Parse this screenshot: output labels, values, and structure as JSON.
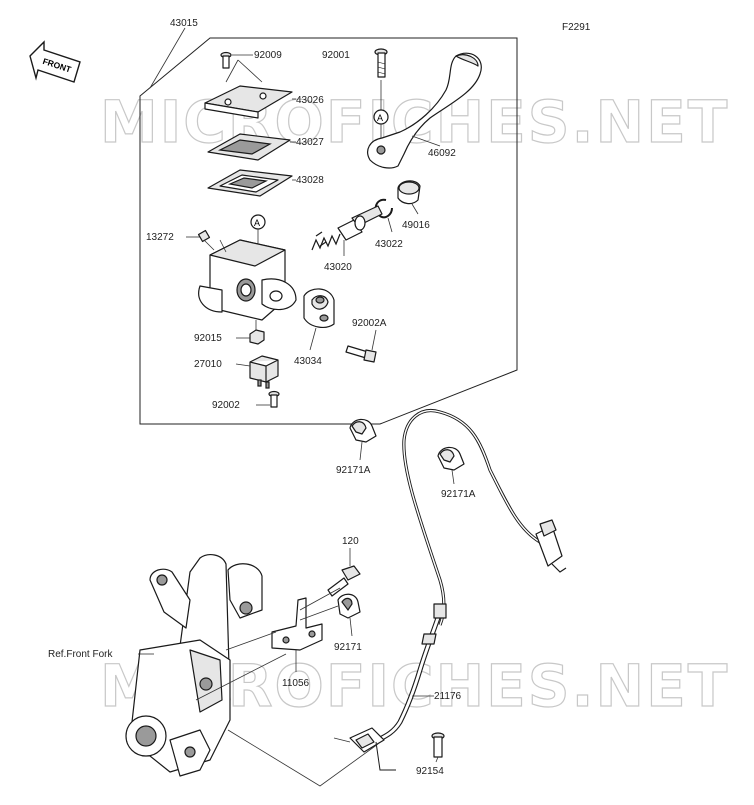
{
  "figure_code": "F2291",
  "front_badge": "FRONT",
  "watermarks": [
    "MICROFICHES.NET",
    "MICROFICHES.NET"
  ],
  "ref_marker": "A",
  "parts": {
    "p43015": "43015",
    "p92009": "92009",
    "p92001": "92001",
    "p43026": "43026",
    "p43027": "43027",
    "p43028": "43028",
    "p46092": "46092",
    "p49016": "49016",
    "p43022": "43022",
    "p13272": "13272",
    "p43020": "43020",
    "p92002A": "92002A",
    "p92015": "92015",
    "p43034": "43034",
    "p27010": "27010",
    "p92002": "92002",
    "p92171A_1": "92171A",
    "p92171A_2": "92171A",
    "p120": "120",
    "p92171": "92171",
    "p11056": "11056",
    "p21176": "21176",
    "p92154": "92154",
    "ref_front_fork": "Ref.Front Fork"
  }
}
